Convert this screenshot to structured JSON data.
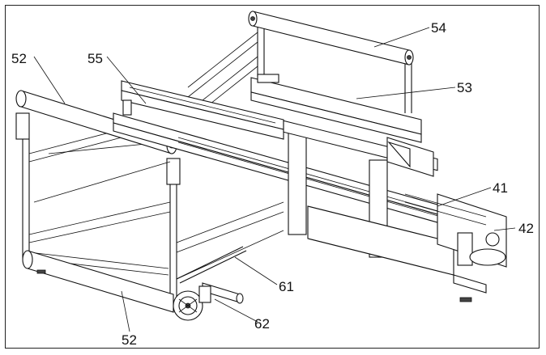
{
  "labels": {
    "l54": "54",
    "l52_top": "52",
    "l55": "55",
    "l53": "53",
    "l41": "41",
    "l42": "42",
    "l61": "61",
    "l62": "62",
    "l52_bottom": "52"
  }
}
